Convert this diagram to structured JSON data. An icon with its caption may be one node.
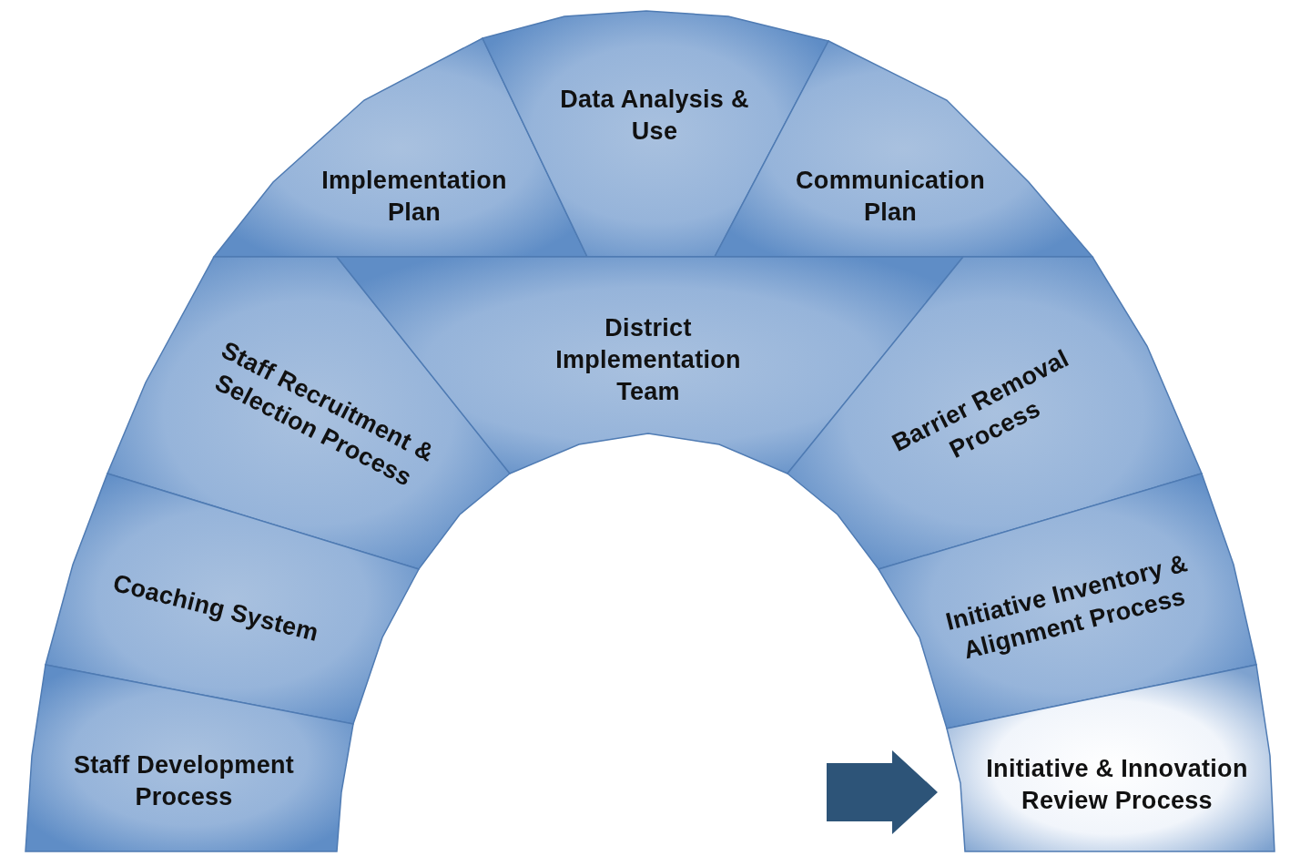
{
  "diagram": {
    "nodes": [
      {
        "text": [
          "Implementation Plan"
        ]
      },
      {
        "text": [
          "Data Analysis & Use"
        ]
      },
      {
        "text": [
          "Communication Plan"
        ]
      },
      {
        "text": [
          "Staff Recruitment & Selection Process"
        ]
      },
      {
        "text": [
          "District Implementation Team"
        ]
      },
      {
        "text": [
          "Barrier Removal Process"
        ]
      },
      {
        "text": [
          "Coaching System"
        ]
      },
      {
        "text": [
          "Initiative Inventory & Alignment Process"
        ]
      },
      {
        "text": [
          "Staff Development Process"
        ]
      },
      {
        "text": [
          "Initiative & Innovation Review Process"
        ]
      }
    ],
    "edges": [
      {
        "from": null,
        "to": 9,
        "arrow": "to",
        "style": "thick",
        "color": "#2d5478"
      }
    ]
  }
}
